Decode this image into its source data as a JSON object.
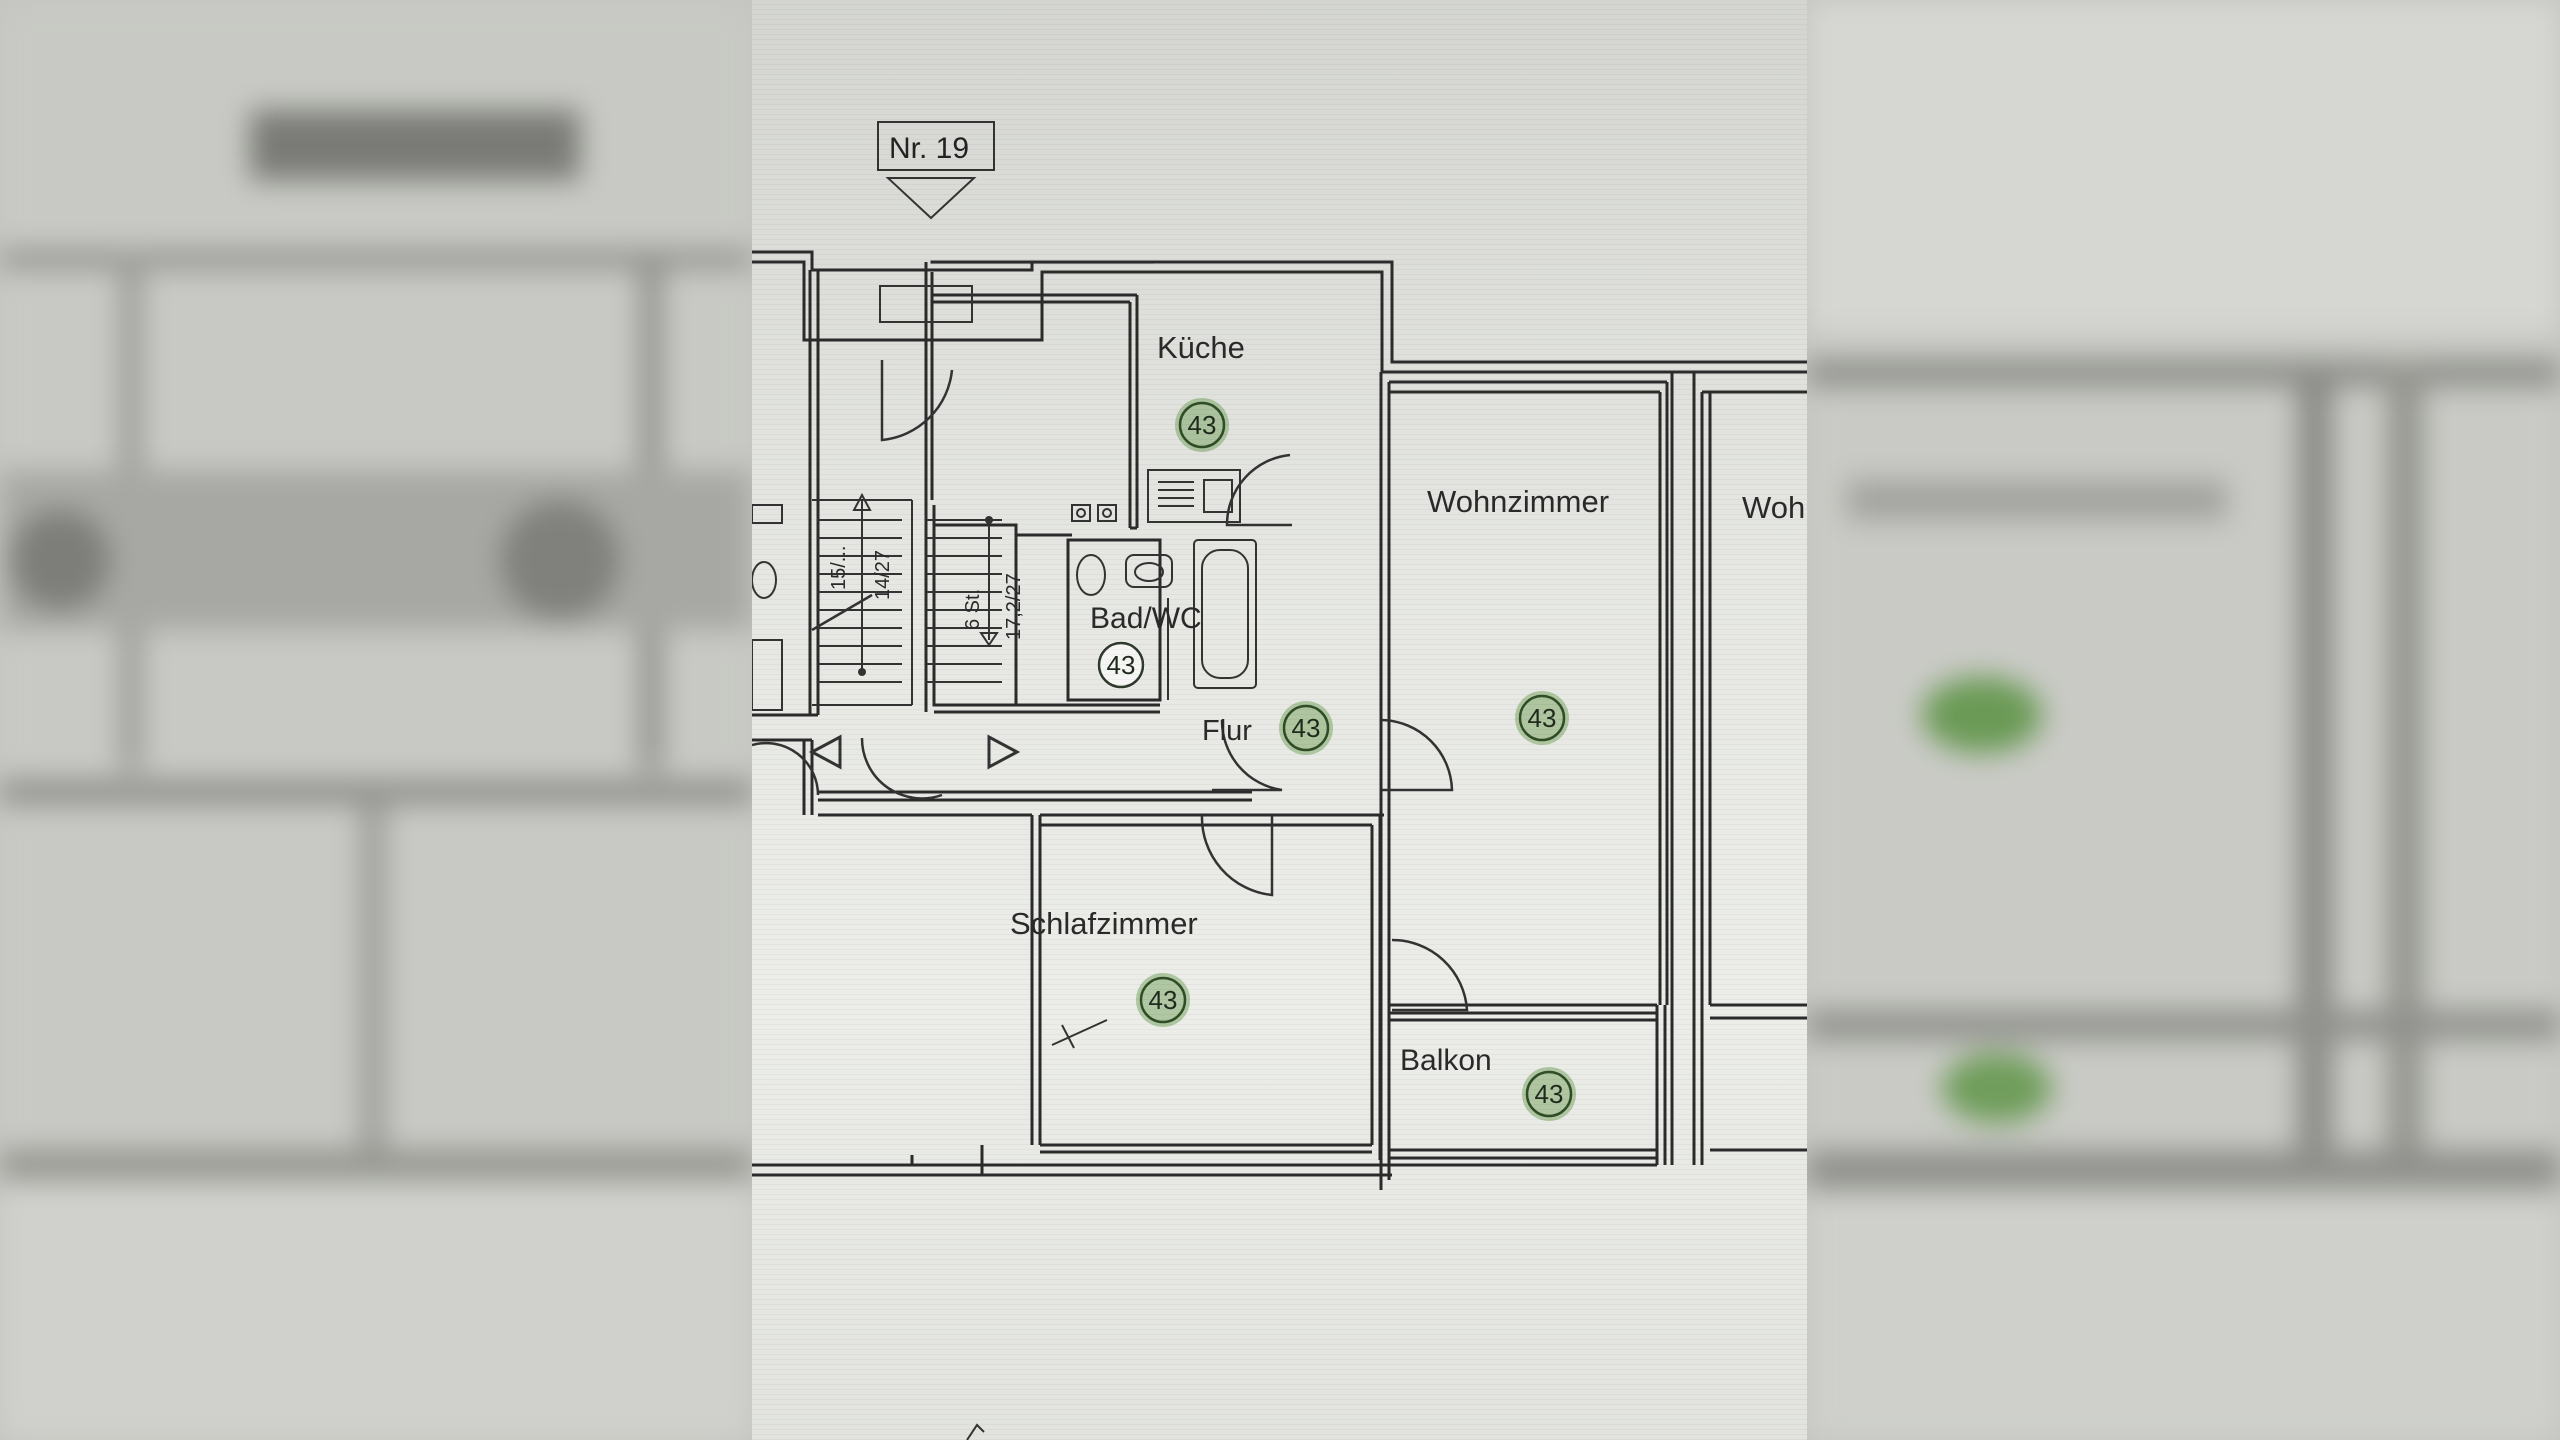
{
  "plan": {
    "building_number": "Nr. 19",
    "rooms": {
      "kitchen": "Küche",
      "living": "Wohnzimmer",
      "living_neighbor": "Wohn",
      "bath": "Bad/WC",
      "hall": "Flur",
      "bedroom": "Schlafzimmer",
      "balcony": "Balkon"
    },
    "badges": {
      "kitchen": "43",
      "bath": "43",
      "hall": "43",
      "living": "43",
      "bedroom": "43",
      "balcony": "43"
    },
    "stairs": {
      "left": "15/...",
      "left_step": "14/27",
      "right": "6 St.",
      "right_step": "17,2/27"
    },
    "badge_color": "#5e8f48"
  }
}
